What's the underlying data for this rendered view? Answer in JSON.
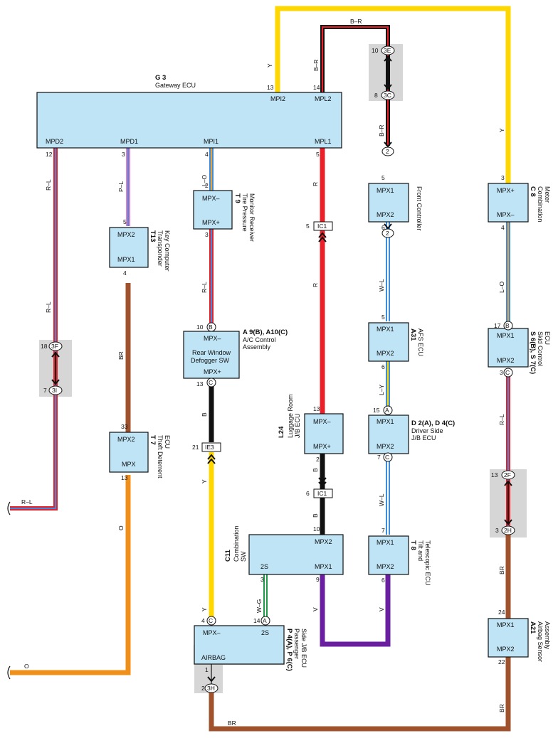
{
  "gateway": {
    "code": "G 3",
    "name": "Gateway ECU",
    "mpd2": "MPD2",
    "mpd1": "MPD1",
    "mpi1": "MPI1",
    "mpl1": "MPL1",
    "mpi2": "MPI2",
    "mpl2": "MPL2",
    "p12": "12",
    "p3": "3",
    "p4": "4",
    "p5": "5",
    "p13": "13",
    "p14": "14"
  },
  "wires": {
    "rl": "R–L",
    "pl": "P–L",
    "lo": "L–O",
    "r": "R",
    "y": "Y",
    "br_top": "B–R",
    "br": "BR",
    "b": "B",
    "o": "O",
    "wl": "W–L",
    "ly": "L–Y",
    "wg": "W–G",
    "v": "V"
  },
  "front": {
    "mpx1": "MPX1",
    "mpx2": "MPX2",
    "name": "Front Controller",
    "p5": "5",
    "p6": "6"
  },
  "afs": {
    "mpx1": "MPX1",
    "mpx2": "MPX2",
    "code": "A31",
    "name": "AFS ECU",
    "p5": "5",
    "p6": "6"
  },
  "driver": {
    "mpx1": "MPX1",
    "mpx2": "MPX2",
    "code": "D 2(A), D 4(C)",
    "name1": "Driver Side",
    "name2": "J/B ECU",
    "p15": "15",
    "p7": "7"
  },
  "tilt": {
    "mpx1": "MPX1",
    "mpx2": "MPX2",
    "code": "T 8",
    "name1": "Tilt and",
    "name2": "Telescopic ECU",
    "p7": "7",
    "p6": "6"
  },
  "combo_meter": {
    "mpxp": "MPX+",
    "mpxm": "MPX–",
    "code": "C 8",
    "name1": "Combination",
    "name2": "Meter",
    "p3": "3",
    "p4": "4"
  },
  "skid": {
    "mpx1": "MPX1",
    "mpx2": "MPX2",
    "code": "S 6(B), S 7(C)",
    "name1": "Skid Control",
    "name2": "ECU",
    "p17": "17",
    "p3": "3"
  },
  "airbag_sensor": {
    "mpx1": "MPX1",
    "mpx2": "MPX2",
    "code": "A21",
    "name1": "Airbag Sensor",
    "name2": "Assembly",
    "p24": "24",
    "p22": "22"
  },
  "tire": {
    "mpxm": "MPX–",
    "mpxp": "MPX+",
    "code": "T 9",
    "name1": "Tire Pressure",
    "name2": "Monitor Receiver",
    "p2": "2",
    "p3": "3"
  },
  "ac": {
    "mpxm": "MPX–",
    "mpxp": "MPX+",
    "mid1": "Rear Window",
    "mid2": "Defogger SW",
    "code": "A 9(B), A10(C)",
    "name1": "A/C Control",
    "name2": "Assembly",
    "p10": "10",
    "p13": "13"
  },
  "transponder": {
    "mpx2": "MPX2",
    "mpx1": "MPX1",
    "code": "T13",
    "name1": "Transponder",
    "name2": "Key Computer",
    "p5": "5",
    "p4": "4"
  },
  "theft": {
    "mpx2": "MPX2",
    "mpx": "MPX",
    "code": "T 7",
    "name1": "Theft Deterrent",
    "name2": "ECU",
    "p33": "33",
    "p13": "13"
  },
  "luggage": {
    "mpxm": "MPX–",
    "mpxp": "MPX+",
    "code": "L24",
    "name1": "Luggage Room",
    "name2": "J/B ECU",
    "p13": "13",
    "p2": "2"
  },
  "combo_sw": {
    "mpx2": "MPX2",
    "s2": "2S",
    "mpx1": "MPX1",
    "code": "C11",
    "name1": "Combination",
    "name2": "SW",
    "p10": "10",
    "p3": "3",
    "p9": "9"
  },
  "passenger": {
    "mpxm": "MPX–",
    "s2": "2S",
    "airbag": "AIRBAG",
    "code": "P 4(A), P 6(C)",
    "name1": "Passenger",
    "name2": "Side J/B ECU",
    "p4": "4",
    "p14": "14"
  },
  "connectors": {
    "c3E": "3E",
    "c3C": "3C",
    "c2a": "2",
    "c2b": "2",
    "cB_ac": "B",
    "cC_ac": "C",
    "cB_skid": "B",
    "cC_skid": "C",
    "cA_drv": "A",
    "cC_drv": "C",
    "c3F": "3F",
    "c3I": "3I",
    "c2F": "2F",
    "c2H": "2H",
    "c3H": "3H",
    "cC_pass": "C",
    "cA_pass": "A",
    "n10": "10",
    "n8": "8",
    "n18": "18",
    "n7": "7",
    "n13": "13",
    "n3": "3",
    "n1": "1",
    "n2": "2"
  },
  "junctions": {
    "ic1a": "IC1",
    "ic1b": "IC1",
    "ie3": "IE3",
    "n5": "5",
    "n6": "6",
    "n21": "21"
  },
  "colors": {
    "y": "#ffd700",
    "r": "#e8202a",
    "br": "#a0522d",
    "o": "#f0901a",
    "b": "#111111",
    "v": "#6a1fa0",
    "box": "#bfe4f6"
  }
}
